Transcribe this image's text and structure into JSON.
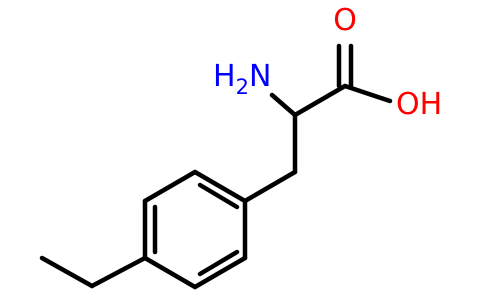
{
  "molecule": {
    "atoms": {
      "oxygen_carbonyl": {
        "symbol": "O",
        "color": "#ff0000"
      },
      "hydroxyl": {
        "symbol": "OH",
        "color": "#ff0000"
      },
      "amino": {
        "symbol": "H",
        "subscript": "2",
        "suffix": "N",
        "color": "#0000ff"
      }
    },
    "bond_color": "#000000",
    "background": "#ffffff"
  }
}
